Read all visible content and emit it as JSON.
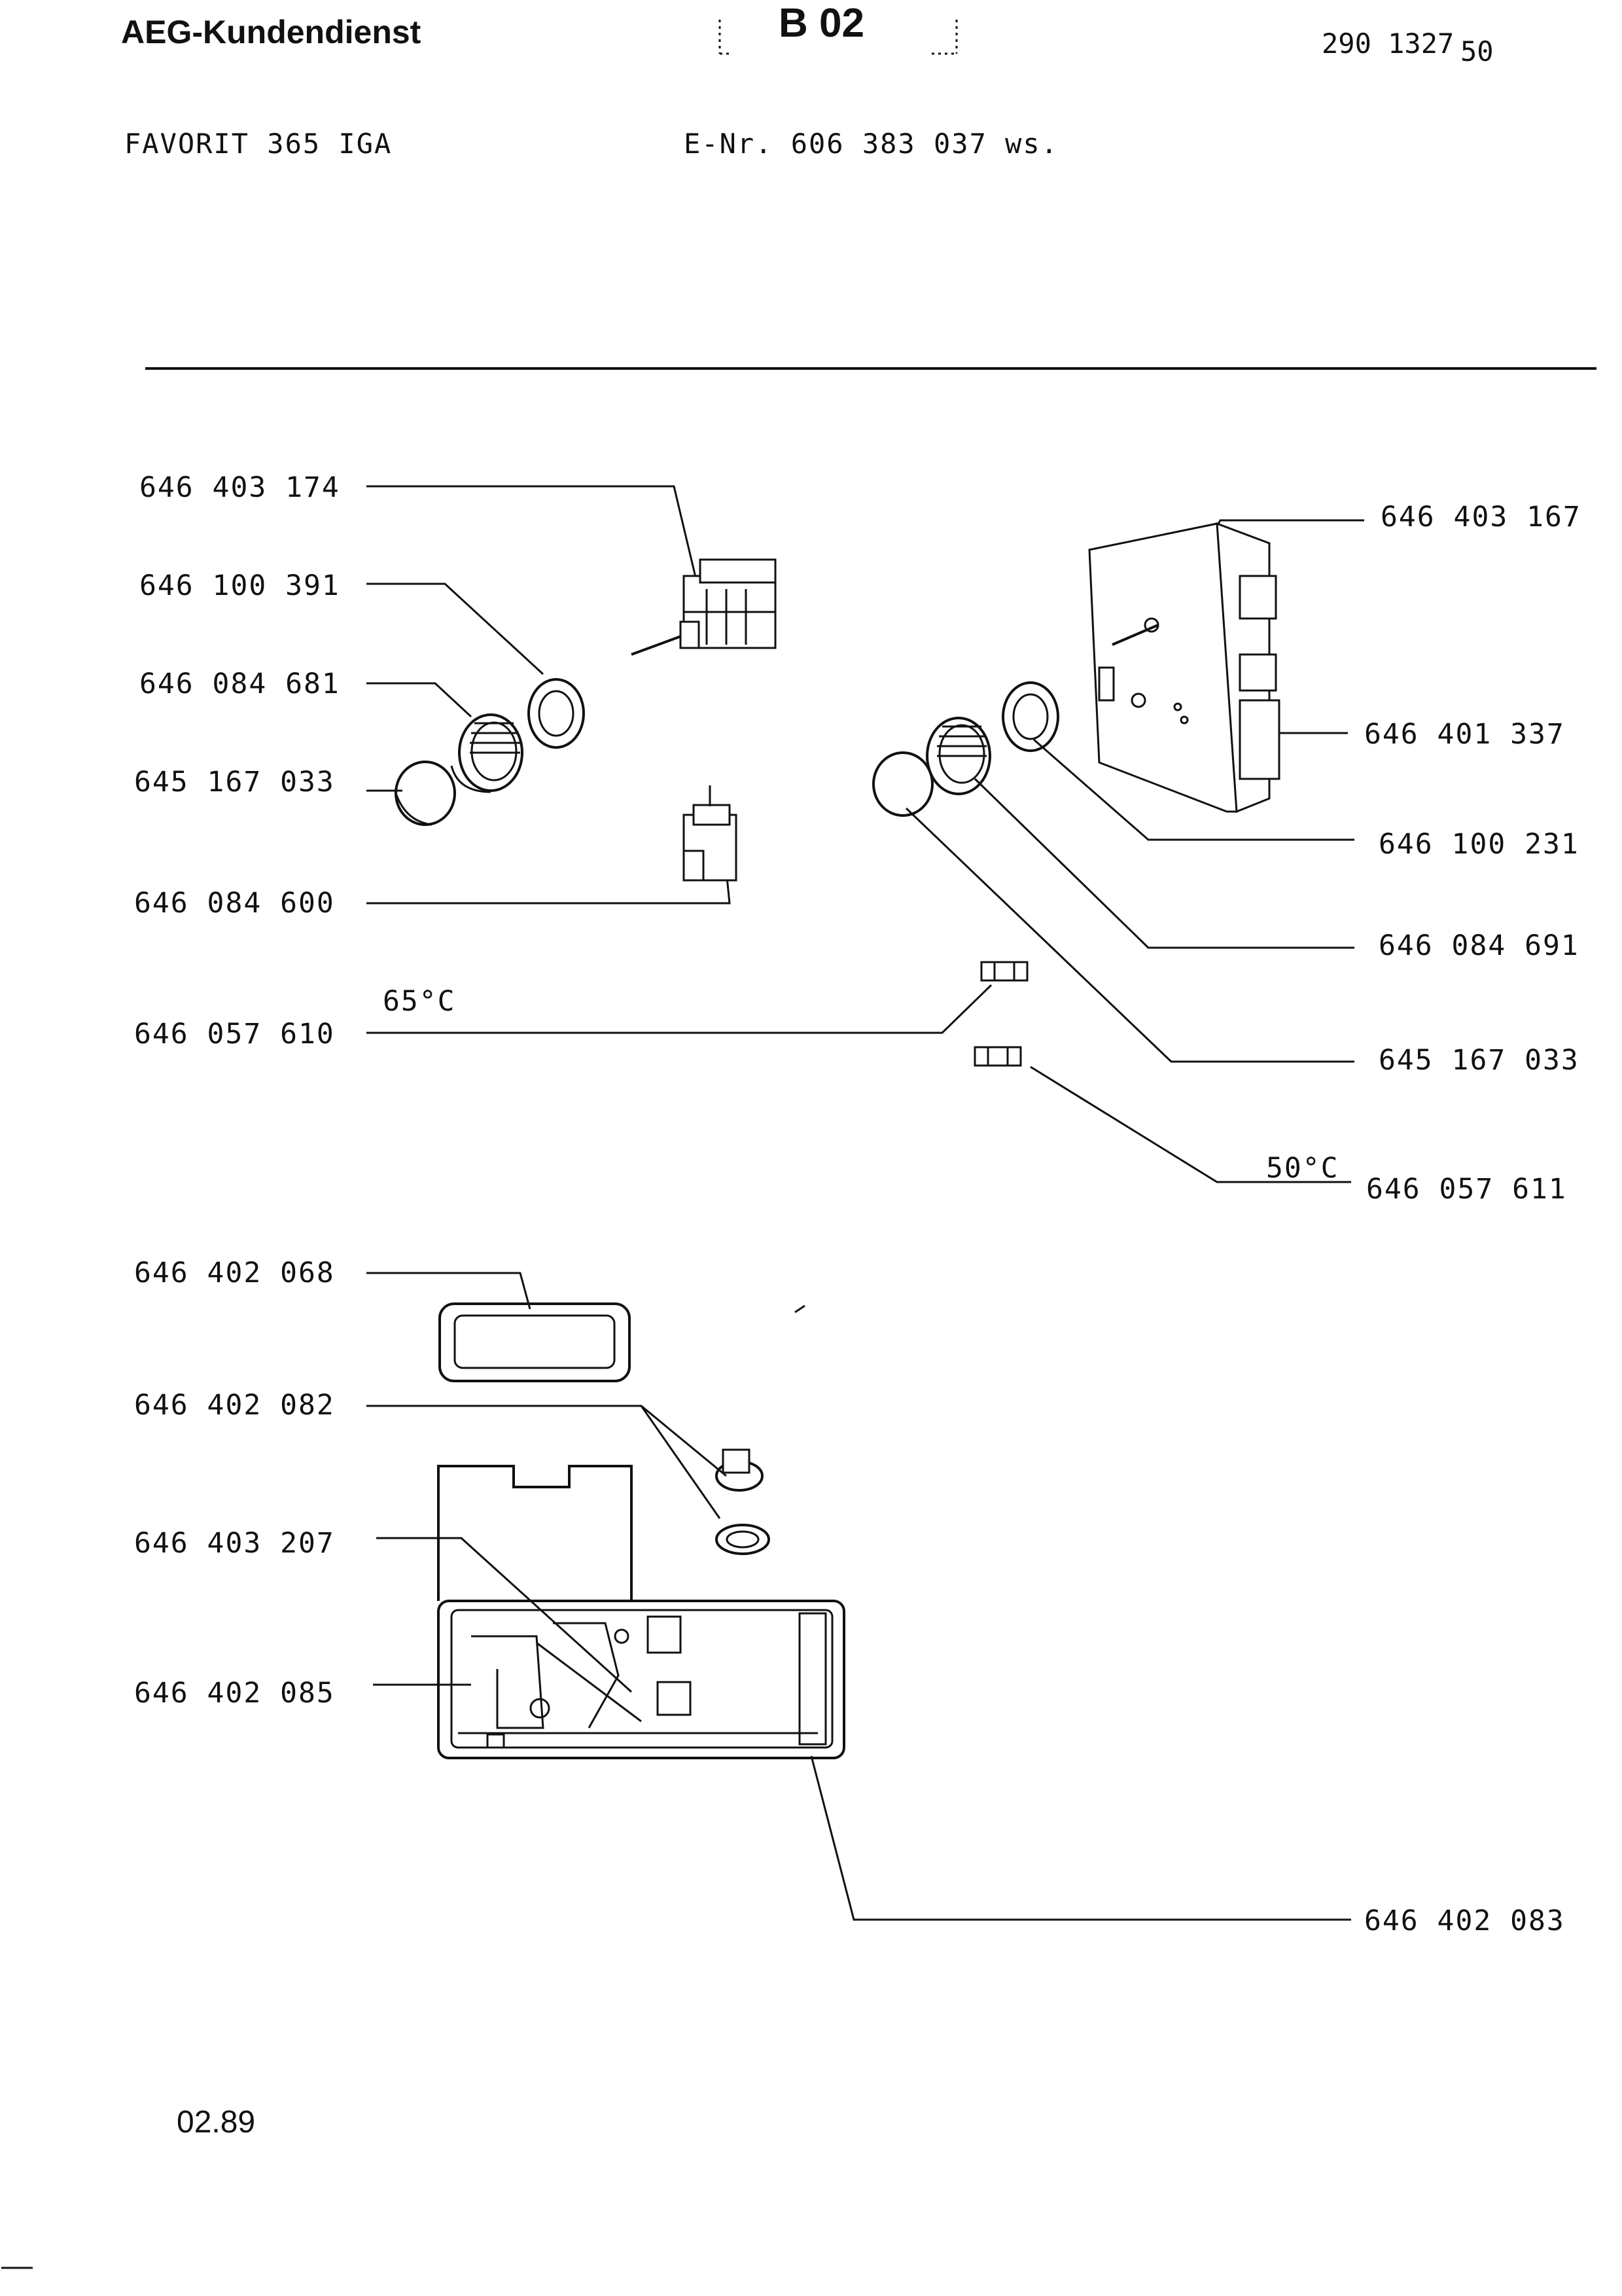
{
  "header": {
    "company": "AEG-Kundendienst",
    "page_code": "B 02",
    "doc_number": "290 1327",
    "doc_suffix": "50"
  },
  "model": {
    "name": "FAVORIT  365  IGA",
    "enr": "E-Nr.  606 383 037  ws."
  },
  "parts": {
    "p1": "646 403 174",
    "p2": "646 100 391",
    "p3": "646 084 681",
    "p4": "645 167 033",
    "p5": "646 084 600",
    "p6": "646 057 610",
    "p7": "646 402 068",
    "p8": "646 402 082",
    "p9": "646 403 207",
    "p10": "646 402 085",
    "p11": "646 403 167",
    "p12": "646 401 337",
    "p13": "646 100 231",
    "p14": "646 084 691",
    "p15": "645 167 033",
    "p16": "646 057 611",
    "p17": "646 402 083"
  },
  "temps": {
    "t65": "65°C",
    "t50": "50°C"
  },
  "footer": {
    "date": "02.89"
  }
}
